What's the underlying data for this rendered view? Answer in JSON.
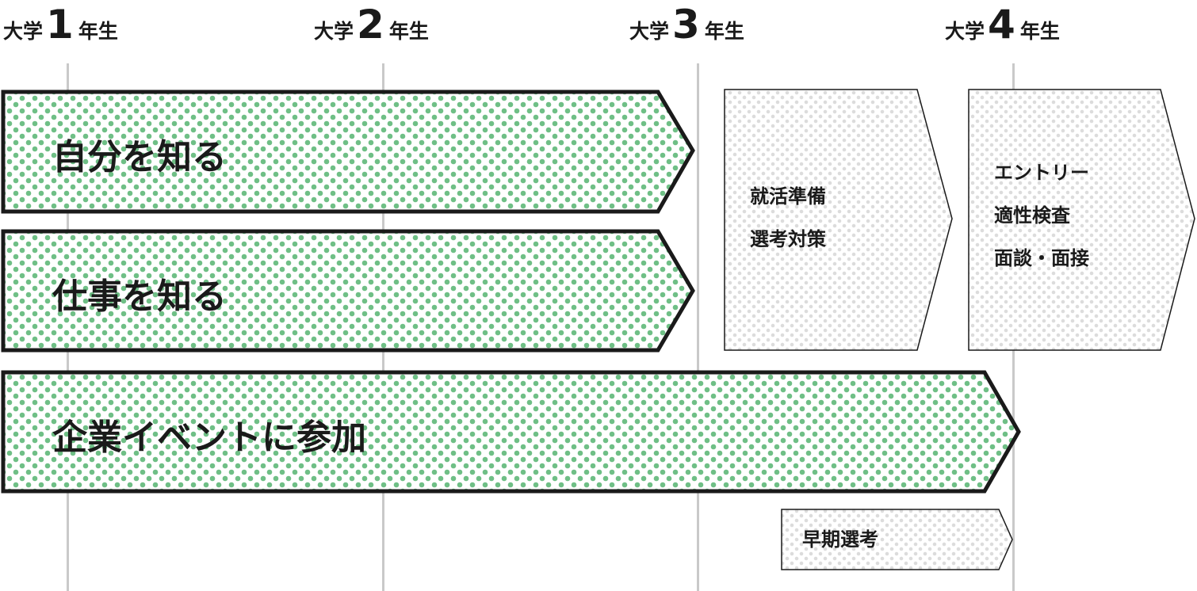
{
  "years": [
    {
      "prefix": "大学",
      "number": "1",
      "suffix": "年生"
    },
    {
      "prefix": "大学",
      "number": "2",
      "suffix": "年生"
    },
    {
      "prefix": "大学",
      "number": "3",
      "suffix": "年生"
    },
    {
      "prefix": "大学",
      "number": "4",
      "suffix": "年生"
    }
  ],
  "arrows": {
    "know_self": "自分を知る",
    "know_work": "仕事を知る",
    "events": "企業イベントに参加"
  },
  "stages": {
    "prep": [
      "就活準備",
      "選考対策"
    ],
    "selection": [
      "エントリー",
      "適性検査",
      "面談・面接"
    ],
    "early": "早期選考"
  },
  "colors": {
    "green_dot": "#6fbf86",
    "gray_dot": "#dcdcdc",
    "outline": "#1a1a1a",
    "gridline": "#c9c9c9"
  }
}
